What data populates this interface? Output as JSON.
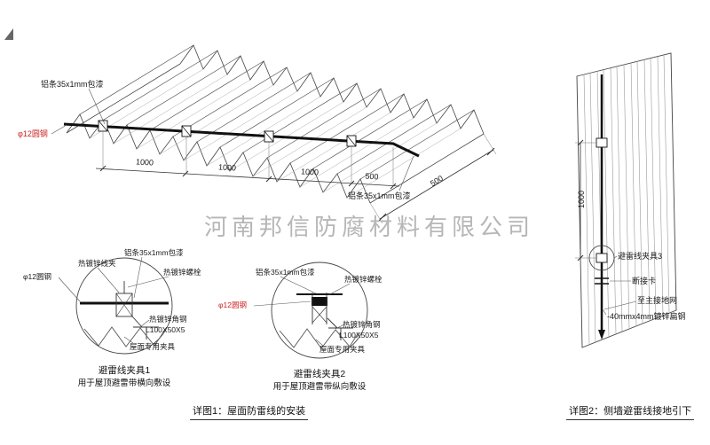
{
  "watermark": "河南邦信防腐材料有限公司",
  "roof": {
    "label_strip_top": "铝条35x1mm包漆",
    "label_rod": "φ12圆钢",
    "label_strip_bottom": "铝条35x1mm包漆",
    "dims": [
      "1000",
      "1000",
      "1000",
      "500"
    ],
    "dim_side": "500"
  },
  "detail1": {
    "label_clip": "热镀锌线夹",
    "label_strip": "铝条35x1mm包漆",
    "label_bolt": "热镀锌螺栓",
    "label_rod": "φ12圆钢",
    "label_angle": "热镀锌角钢",
    "label_angle_spec": "L100X50X5",
    "label_clamp": "屋面专用夹具",
    "title": "避雷线夹具1",
    "subtitle": "用于屋顶避雷带横向敷设"
  },
  "detail2": {
    "label_strip": "铝条35x1mm包漆",
    "label_bolt": "热镀锌螺栓",
    "label_rod": "φ12圆钢",
    "label_angle": "热镀锌角钢",
    "label_angle_spec": "L100X50X5",
    "label_clamp": "屋面专用夹具",
    "title": "避雷线夹具2",
    "subtitle": "用于屋顶避雷带纵向敷设"
  },
  "caption1": "详图1：屋面防雷线的安装",
  "wall": {
    "dim": "1000",
    "label_clamp3": "避雷线夹具3",
    "label_disconnect": "断接卡",
    "label_ground": "至主接地网",
    "label_flat_steel": "-40mmx4mm镀锌扁钢",
    "caption": "详图2：侧墙避雷线接地引下"
  },
  "colors": {
    "annotation_red": "#cc2222",
    "line_dark": "#1a1a1a",
    "watermark_gray": "#aaaaaa"
  }
}
